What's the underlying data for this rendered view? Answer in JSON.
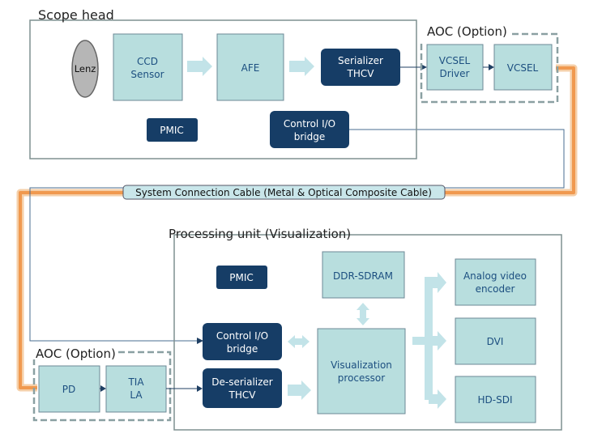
{
  "colors": {
    "light_fill": "#b8dede",
    "light_stroke": "#5f7a8a",
    "dark_fill": "#163d66",
    "group_stroke": "#7f9090",
    "option_stroke": "#8aa0a2",
    "optical_path": "#f1a25f",
    "arrow_fill": "#c2e3e8"
  },
  "scope_head": {
    "title": "Scope head",
    "lenz": "Lenz",
    "ccd_line1": "CCD",
    "ccd_line2": "Sensor",
    "afe": "AFE",
    "serializer_line1": "Serializer",
    "serializer_line2": "THCV",
    "pmic": "PMIC",
    "control_line1": "Control I/O",
    "control_line2": "bridge"
  },
  "aoc_tx": {
    "title": "AOC (Option)",
    "vcsel_driver_line1": "VCSEL",
    "vcsel_driver_line2": "Driver",
    "vcsel": "VCSEL"
  },
  "cable": {
    "label": "System Connection Cable (Metal & Optical Composite Cable)"
  },
  "processing": {
    "title": "Processing unit (Visualization)",
    "pmic": "PMIC",
    "ddr": "DDR-SDRAM",
    "control_line1": "Control I/O",
    "control_line2": "bridge",
    "deserializer_line1": "De-serializer",
    "deserializer_line2": "THCV",
    "viz_line1": "Visualization",
    "viz_line2": "processor",
    "analog_line1": "Analog video",
    "analog_line2": "encoder",
    "dvi": "DVI",
    "hdsdi": "HD-SDI"
  },
  "aoc_rx": {
    "title": "AOC (Option)",
    "pd": "PD",
    "tia_line1": "TIA",
    "tia_line2": "LA"
  }
}
